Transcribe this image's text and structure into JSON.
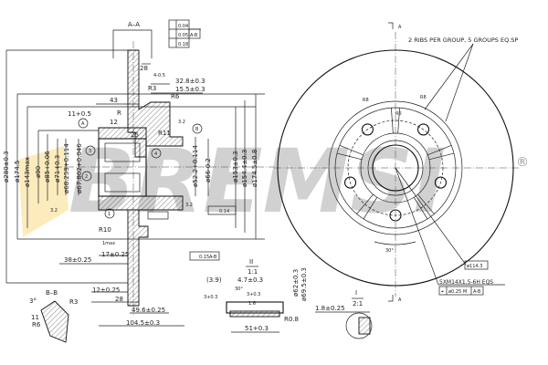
{
  "logo": {
    "text": "BREMSI",
    "registered": "®",
    "colors": {
      "gray": "#9a9a9a",
      "yellow": "#f5c842"
    }
  },
  "section_aa": {
    "title": "A–A",
    "gdt": {
      "flatness": "0.04",
      "runout": "0.05",
      "runout_datum": "A-B",
      "parallelism": "0.18"
    },
    "dims": {
      "d28": "28",
      "d4": "4-0.5",
      "d32_8": "32.8±0.3",
      "d15_5": "15.5±0.3",
      "r3": "R3",
      "r6": "R6",
      "d43": "43",
      "d11": "11+0.5",
      "r": "R",
      "d12": "12",
      "r11": "R11",
      "d25": "25",
      "r10": "R10",
      "d1max": "1max",
      "d17": "17±0.25",
      "d38": "38±0.25",
      "d12b": "12±0.25",
      "d28b": "28",
      "d49_6": "49.6±0.25",
      "d104_5": "104.5±0.3",
      "runout2_val": "0.15",
      "runout2_datum": "A-B",
      "pos_val": "0.14",
      "roughness": "3.2"
    },
    "diameters_left": [
      "ø280±0.3",
      "ø174.5",
      "ø143max",
      "ø90",
      "ø85+0.06",
      "ø71+0.3",
      "ø68.259+0.114",
      "ø67.802+0.046"
    ],
    "diameters_right": [
      "ø52.2+0.114",
      "ø66-0.2",
      "ø153±0.3",
      "ø154.4±0.3",
      "ø174.5±0.8"
    ],
    "callouts": [
      "A",
      "B",
      "3",
      "4",
      "2",
      "1"
    ]
  },
  "section_bb": {
    "title": "B–B",
    "angle": "3°",
    "d11": "11",
    "r3": "R3",
    "r6": "R6"
  },
  "detail_ii": {
    "title": "II",
    "scale": "1:1",
    "d3_9": "(3.9)",
    "d4_7": "4.7±0.3",
    "angle": "30°",
    "d3a": "3+0.3",
    "d3b": "3+0.3",
    "d1_6": "1.6",
    "r0_8": "R0.8",
    "d51": "51+0.3",
    "d62": "ø62±0.3",
    "d69_5": "ø69.5±0.3"
  },
  "front_view": {
    "section_mark": "A",
    "ribs_note": "2 RIBS PER GROUP, 5 GROUPS EQ.SP",
    "r8a": "R8",
    "r8b": "R8",
    "r6": "R6",
    "angle": "30°",
    "pcd": "ø114.3",
    "thread": "5XM14X1.5-6H EQS",
    "pos_tol": "ø0.25",
    "pos_mod": "M",
    "pos_datum": "A-B"
  },
  "detail_i": {
    "title": "I",
    "scale": "2:1",
    "d1_8": "1.8±0.25"
  }
}
